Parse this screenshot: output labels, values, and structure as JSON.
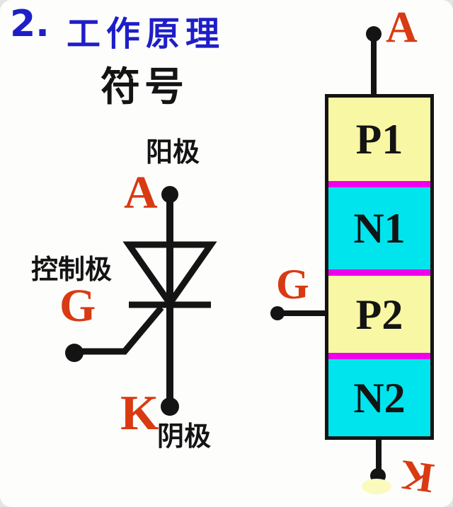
{
  "page": {
    "background": "#e4e4e4",
    "card_background": "#fdfdfc"
  },
  "colors": {
    "title_blue": "#1e1ec8",
    "terminal_red": "#d93a12",
    "text_black": "#141414",
    "layer_yellow": "#f8f8a4",
    "layer_cyan": "#00e4ee",
    "junction_magenta": "#ee00ee",
    "line_black": "#141414",
    "cathode_dot_highlight": "#fafabe"
  },
  "header": {
    "number": "2.",
    "title": "工作原理",
    "subtitle": "符号"
  },
  "symbol_diagram": {
    "anode_label": "阳极",
    "anode_letter": "A",
    "gate_label": "控制极",
    "gate_letter": "G",
    "cathode_letter": "K",
    "cathode_label": "阴极"
  },
  "structure_diagram": {
    "anode_letter": "A",
    "gate_letter": "G",
    "cathode_letter": "K",
    "layers": [
      {
        "label": "P1"
      },
      {
        "label": "N1"
      },
      {
        "label": "P2"
      },
      {
        "label": "N2"
      }
    ]
  }
}
